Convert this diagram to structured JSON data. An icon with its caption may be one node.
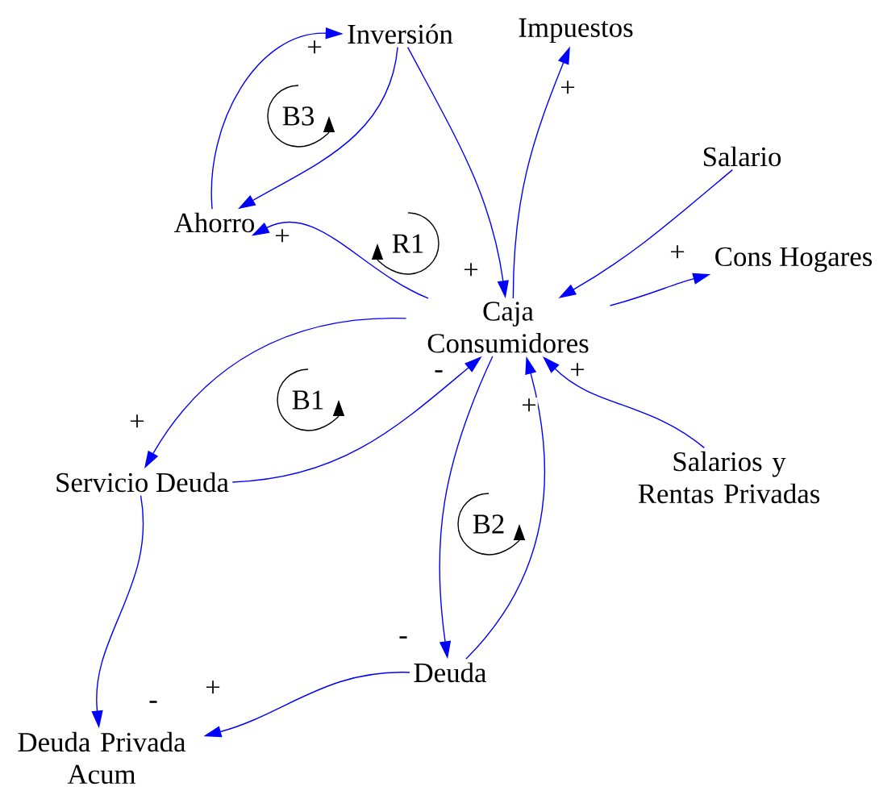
{
  "diagram": {
    "nodes": [
      {
        "text": [
          "Inversión"
        ]
      },
      {
        "text": [
          "Impuestos"
        ]
      },
      {
        "text": [
          "Salario"
        ]
      },
      {
        "text": [
          "Ahorro"
        ]
      },
      {
        "text": [
          "Cons Hogares"
        ]
      },
      {
        "text": [
          "Caja Consumidores"
        ]
      },
      {
        "text": [
          "Servicio Deuda"
        ]
      },
      {
        "text": [
          "Salarios y Rentas Privadas"
        ]
      },
      {
        "text": [
          "Deuda"
        ]
      },
      {
        "text": [
          "Deuda Privada Acum"
        ]
      }
    ],
    "edges": [
      {
        "from": 3,
        "to": 0,
        "arrow": "to",
        "label": "+"
      },
      {
        "from": 0,
        "to": 3,
        "arrow": "to"
      },
      {
        "from": 0,
        "to": 5,
        "arrow": "to",
        "label": "+"
      },
      {
        "from": 5,
        "to": 1,
        "arrow": "to",
        "label": "+"
      },
      {
        "from": 2,
        "to": 5,
        "arrow": "to"
      },
      {
        "from": 5,
        "to": 4,
        "arrow": "to",
        "label": "+"
      },
      {
        "from": 5,
        "to": 3,
        "arrow": "to",
        "label": "+"
      },
      {
        "from": 5,
        "to": 6,
        "arrow": "to",
        "label": "+"
      },
      {
        "from": 6,
        "to": 5,
        "arrow": "to",
        "label": "-"
      },
      {
        "from": 7,
        "to": 5,
        "arrow": "to",
        "label": "+"
      },
      {
        "from": 5,
        "to": 8,
        "arrow": "to",
        "label": "-"
      },
      {
        "from": 8,
        "to": 5,
        "arrow": "to",
        "label": "+"
      },
      {
        "from": 6,
        "to": 9,
        "arrow": "to",
        "label": "-"
      },
      {
        "from": 8,
        "to": 9,
        "arrow": "to",
        "label": "+"
      }
    ],
    "labels": [
      "B3",
      "R1",
      "B1",
      "B2"
    ]
  }
}
